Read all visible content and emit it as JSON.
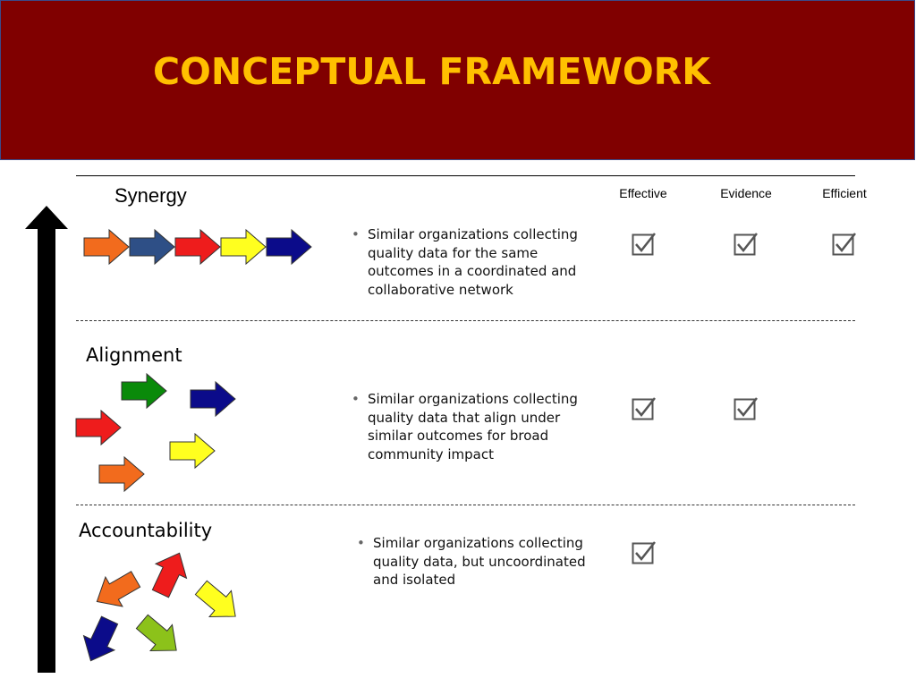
{
  "title": "CONCEPTUAL FRAMEWORK",
  "columns": [
    "Effective",
    "Evidence",
    "Efficient"
  ],
  "levels": [
    {
      "label": "Synergy",
      "description": "Similar organizations collecting quality data for the same outcomes in a coordinated and collaborative network",
      "checks": [
        true,
        true,
        true
      ]
    },
    {
      "label": "Alignment",
      "description": "Similar organizations collecting quality data that align under similar outcomes for broad community impact",
      "checks": [
        true,
        true,
        false
      ]
    },
    {
      "label": "Accountability",
      "description": "Similar organizations collecting quality data, but uncoordinated and isolated",
      "checks": [
        true,
        false,
        false
      ]
    }
  ],
  "colors": {
    "header_bg": "#800000",
    "title": "#ffc000",
    "orange": "#f26b1d",
    "steel_blue": "#2e4f86",
    "red": "#ee1c1c",
    "yellow": "#ffff1f",
    "navy": "#0b0b8a",
    "green": "#0a8a0a",
    "lime": "#8cc21a"
  },
  "icons": {
    "progression": "up-arrow-icon",
    "check": "checked-box-icon",
    "flow": "block-arrow-icon"
  }
}
